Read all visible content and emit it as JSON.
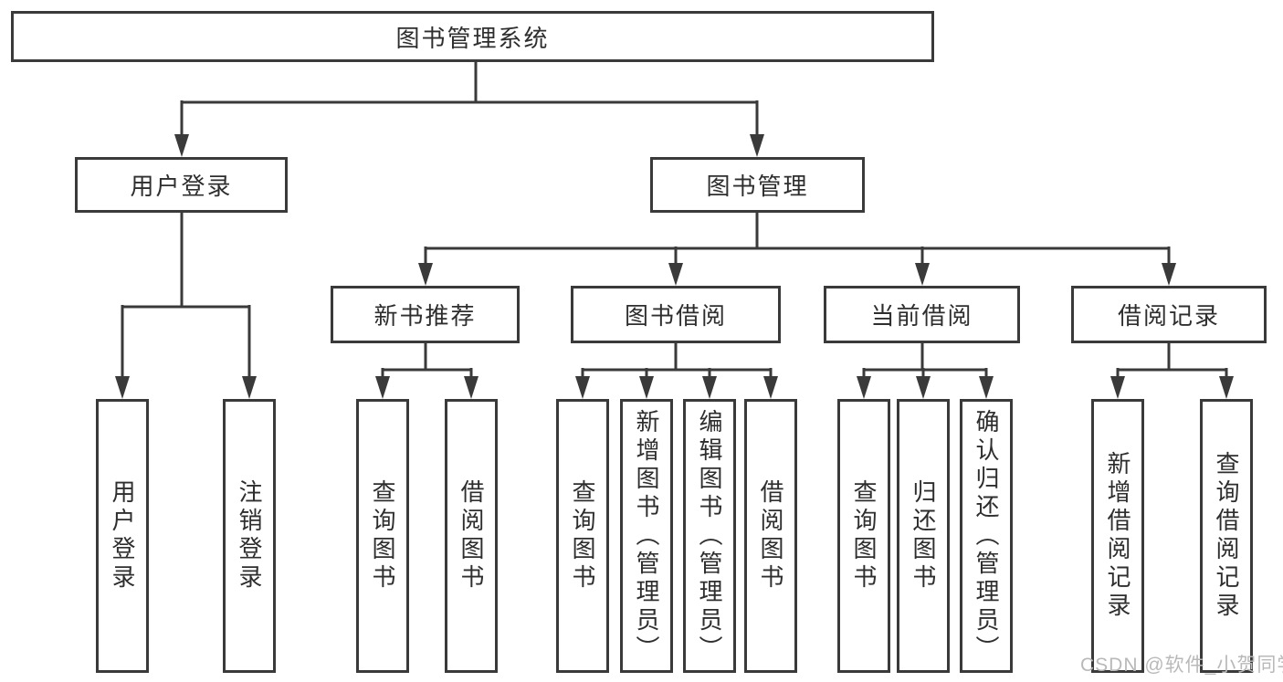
{
  "tree": {
    "root_label": "图书管理系统",
    "user_login": {
      "label": "用户登录",
      "leaves": [
        "用户登录",
        "注销登录"
      ]
    },
    "book_management": {
      "label": "图书管理",
      "children": [
        {
          "label": "新书推荐",
          "leaves": [
            "查询图书",
            "借阅图书"
          ]
        },
        {
          "label": "图书借阅",
          "leaves": [
            "查询图书",
            "新增图书（管理员）",
            "编辑图书（管理员）",
            "借阅图书"
          ]
        },
        {
          "label": "当前借阅",
          "leaves": [
            "查询图书",
            "归还图书",
            "确认归还（管理员）"
          ]
        },
        {
          "label": "借阅记录",
          "leaves": [
            "新增借阅记录",
            "查询借阅记录"
          ]
        }
      ]
    }
  },
  "watermark": "CSDN @软件_小贺同学",
  "colors": {
    "line": "#3a3a3a",
    "text": "#2e2e2e",
    "watermark": "#b9b9b9",
    "background": "#ffffff"
  }
}
